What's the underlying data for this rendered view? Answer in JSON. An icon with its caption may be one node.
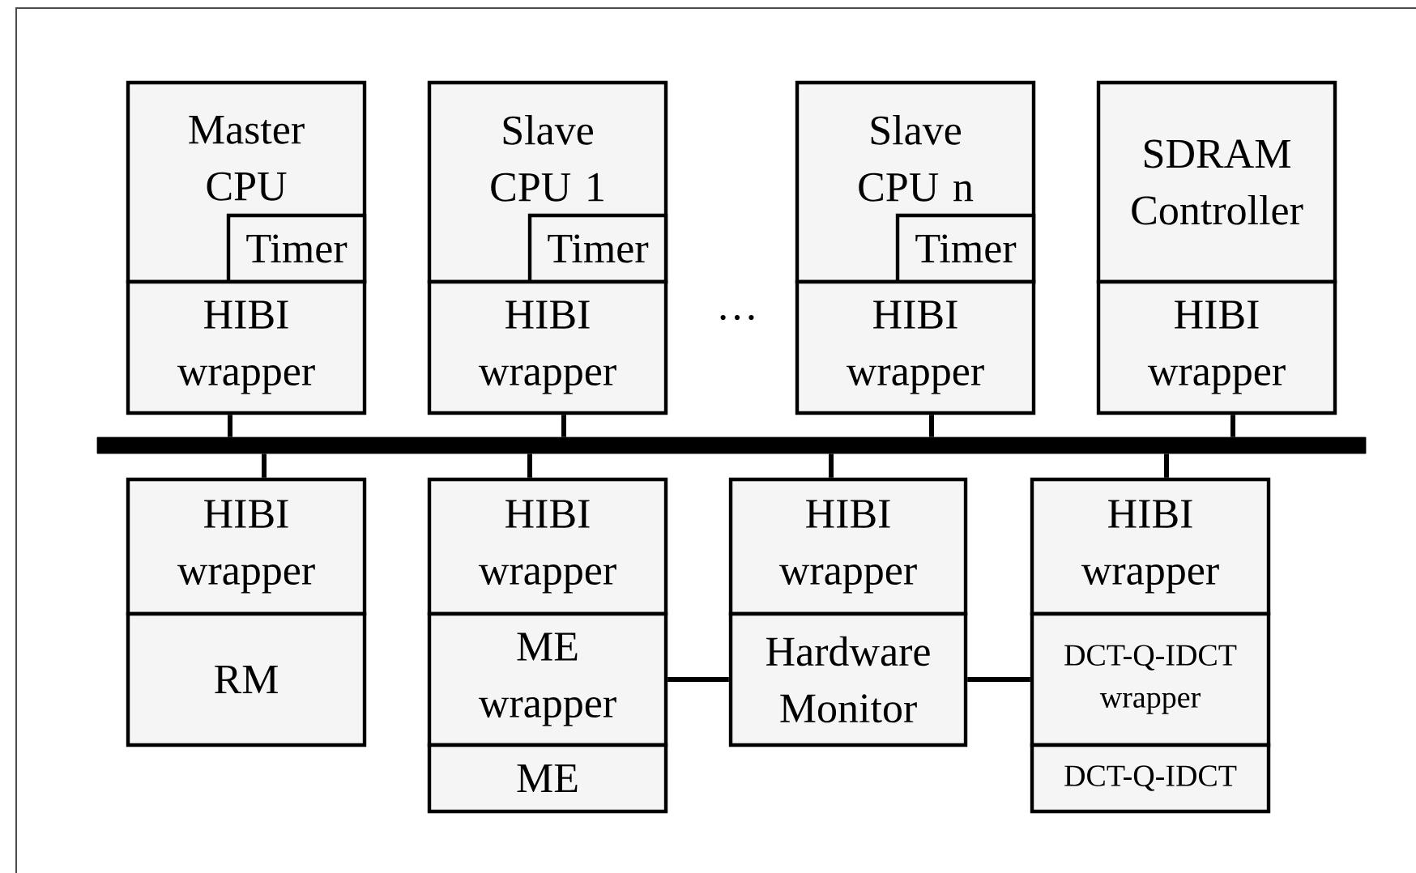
{
  "diagram": {
    "nodes": [
      {
        "text": [
          "Master CPU"
        ]
      },
      {
        "text": [
          "Timer"
        ],
        "in": 0
      },
      {
        "text": [
          "HIBI wrapper"
        ]
      },
      {
        "text": [
          "Slave CPU 1"
        ]
      },
      {
        "text": [
          "Timer"
        ],
        "in": 3
      },
      {
        "text": [
          "HIBI wrapper"
        ]
      },
      {
        "text": [
          "Slave CPU n"
        ]
      },
      {
        "text": [
          "Timer"
        ],
        "in": 6
      },
      {
        "text": [
          "HIBI wrapper"
        ]
      },
      {
        "text": [
          "SDRAM Controller"
        ]
      },
      {
        "text": [
          "HIBI wrapper"
        ]
      },
      {
        "text": [],
        "shape": "bar"
      },
      {
        "text": [
          "HIBI wrapper"
        ]
      },
      {
        "text": [
          "RM"
        ]
      },
      {
        "text": [
          "HIBI wrapper"
        ]
      },
      {
        "text": [
          "ME wrapper"
        ]
      },
      {
        "text": [
          "ME"
        ]
      },
      {
        "text": [
          "HIBI wrapper"
        ]
      },
      {
        "text": [
          "Hardware Monitor"
        ]
      },
      {
        "text": [
          "HIBI wrapper"
        ]
      },
      {
        "text": [
          "DCT-Q-IDCT wrapper"
        ]
      },
      {
        "text": [
          "DCT-Q-IDCT"
        ]
      }
    ],
    "edges": [
      {
        "from": 2,
        "to": 11,
        "arrow": "none"
      },
      {
        "from": 5,
        "to": 11,
        "arrow": "none"
      },
      {
        "from": 8,
        "to": 11,
        "arrow": "none"
      },
      {
        "from": 10,
        "to": 11,
        "arrow": "none"
      },
      {
        "from": 11,
        "to": 12,
        "arrow": "none"
      },
      {
        "from": 11,
        "to": 14,
        "arrow": "none"
      },
      {
        "from": 11,
        "to": 17,
        "arrow": "none"
      },
      {
        "from": 11,
        "to": 19,
        "arrow": "none"
      },
      {
        "from": 15,
        "to": 18,
        "arrow": "none"
      },
      {
        "from": 18,
        "to": 20,
        "arrow": "none"
      }
    ],
    "labels": [
      "…"
    ]
  }
}
